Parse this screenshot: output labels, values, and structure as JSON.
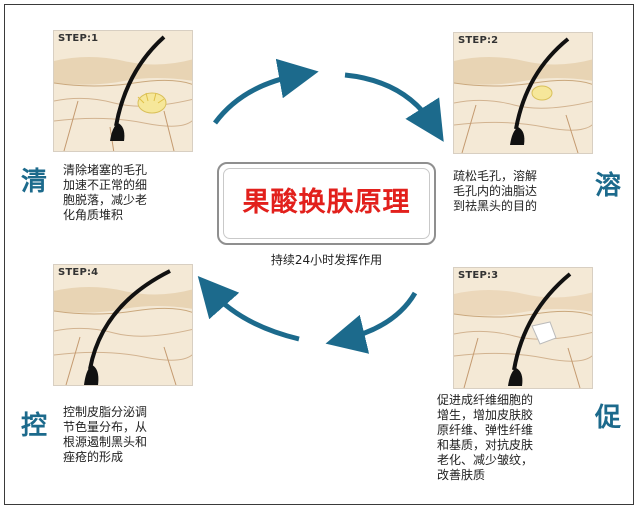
{
  "title": "果酸换肤原理",
  "subtitle": "持续24小时发挥作用",
  "steps": [
    {
      "label": "STEP:1",
      "char": "清",
      "desc": [
        "清除堵塞的毛孔",
        "加速不正常的细",
        "胞脱落，减少老",
        "化角质堆积"
      ]
    },
    {
      "label": "STEP:2",
      "char": "溶",
      "desc": [
        "疏松毛孔，溶解",
        "毛孔内的油脂达",
        "到祛黑头的目的"
      ]
    },
    {
      "label": "STEP:3",
      "char": "促",
      "desc": [
        "促进成纤维细胞的",
        "增生，增加皮肤胶",
        "原纤维、弹性纤维",
        "和基质，对抗皮肤",
        "老化、减少皱纹，",
        "改善肤质"
      ]
    },
    {
      "label": "STEP:4",
      "char": "控",
      "desc": [
        "控制皮脂分泌调",
        "节色量分布，从",
        "根源遏制黑头和",
        "痤疮的形成"
      ]
    }
  ],
  "colors": {
    "title": "#e2201c",
    "accent": "#1c6a8c",
    "arrow": "#1c6a8c"
  }
}
